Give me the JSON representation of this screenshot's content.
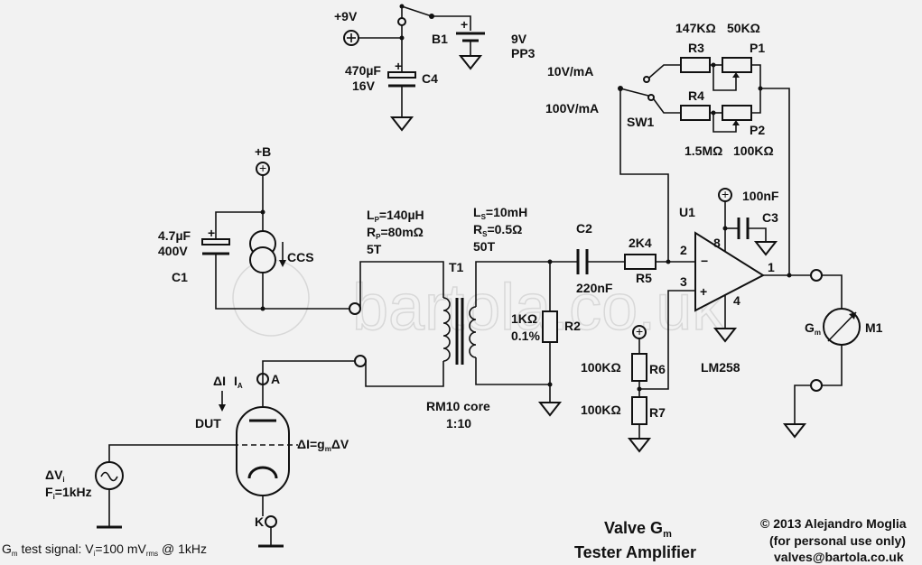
{
  "watermark": "bartola.co.uk",
  "power": {
    "v9_label": "+9V",
    "b1_label": "B1",
    "b1_value1": "9V",
    "b1_value2": "PP3",
    "c4_value1": "470µF",
    "c4_value2": "16V",
    "c4_label": "C4",
    "plus_b_label": "+B"
  },
  "input_stage": {
    "c1_value1": "4.7µF",
    "c1_value2": "400V",
    "c1_label": "C1",
    "ccs_label": "CCS"
  },
  "transformer": {
    "lp_label": "L",
    "lp_sub": "P",
    "lp_value": "=140µH",
    "rp_label": "R",
    "rp_sub": "P",
    "rp_value": "=80mΩ",
    "primary_turns": "5T",
    "t1_label": "T1",
    "ls_label": "L",
    "ls_sub": "S",
    "ls_value": "=10mH",
    "rs_label": "R",
    "rs_sub": "S",
    "rs_value": "=0.5Ω",
    "secondary_turns": "50T",
    "core_label": "RM10 core",
    "ratio_label": "1:10"
  },
  "r2": {
    "value1": "1KΩ",
    "value2": "0.1%",
    "label": "R2"
  },
  "c2": {
    "label": "C2",
    "value": "220nF"
  },
  "r5": {
    "value": "2K4",
    "label": "R5"
  },
  "r6": {
    "value": "100KΩ",
    "label": "R6"
  },
  "r7": {
    "value": "100KΩ",
    "label": "R7"
  },
  "opamp": {
    "label": "U1",
    "part": "LM258",
    "pin_minus": "2",
    "pin_plus": "3",
    "pin_out": "1",
    "pin_vcc": "8",
    "pin_gnd": "4",
    "minus": "−",
    "plus": "+"
  },
  "c3": {
    "value": "100nF",
    "label": "C3"
  },
  "feedback": {
    "r3_value": "147KΩ",
    "r3_label": "R3",
    "p1_value": "50KΩ",
    "p1_label": "P1",
    "r4_label": "R4",
    "p2_label": "P2",
    "r4_value": "1.5MΩ",
    "p2_value": "100KΩ",
    "sw1_label": "SW1",
    "range1": "10V/mA",
    "range2": "100V/mA"
  },
  "meter": {
    "label": "M1",
    "gm_label": "G",
    "gm_sub": "m"
  },
  "dut": {
    "label": "DUT",
    "delta_i": "ΔI",
    "ia_label": "I",
    "ia_sub": "A",
    "anode_label": "A",
    "cathode_label": "K",
    "eq_prefix": "ΔI=g",
    "eq_sub": "m",
    "eq_suffix": "ΔV"
  },
  "source": {
    "dv_label": "ΔV",
    "dv_sub": "i",
    "f_label": "F",
    "f_sub": "i",
    "f_value": "=1kHz"
  },
  "footer": {
    "signal_prefix": "G",
    "signal_sub": "m",
    "signal_mid": " test signal: V",
    "signal_sub2": "i",
    "signal_mid2": "=100 mV",
    "signal_sub3": "rms",
    "signal_suffix": " @ 1kHz",
    "title_line1_prefix": "Valve G",
    "title_line1_sub": "m",
    "title_line2": "Tester Amplifier",
    "copyright1": "© 2013 Alejandro Moglia",
    "copyright2": "(for personal use only)",
    "copyright3": "valves@bartola.co.uk"
  }
}
